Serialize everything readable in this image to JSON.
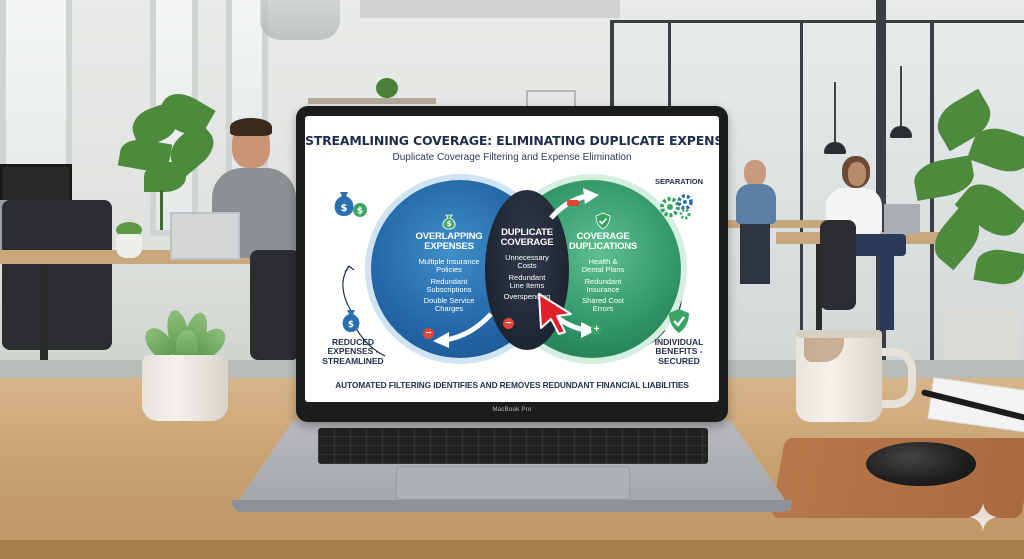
{
  "screen": {
    "title": "STREAMLINING COVERAGE: ELIMINATING DUPLICATE EXPENSES",
    "subtitle": "Duplicate Coverage Filtering and Expense Elimination",
    "left_circle": {
      "heading_lines": [
        "OVERLAPPING",
        "EXPENSES"
      ],
      "items": [
        [
          "Multiple Insurance",
          "Policies"
        ],
        [
          "Redundant",
          "Subscriptions"
        ],
        [
          "Double Service",
          "Charges"
        ]
      ]
    },
    "middle_circle": {
      "heading_lines": [
        "DUPLICATE",
        "COVERAGE"
      ],
      "items": [
        [
          "Unnecessary",
          "Costs"
        ],
        [
          "Redundant",
          "Line Items"
        ],
        [
          "Overspending"
        ]
      ]
    },
    "right_circle": {
      "heading_lines": [
        "COVERAGE",
        "DUPLICATIONS"
      ],
      "items": [
        [
          "Health &",
          "Dental Plans"
        ],
        [
          "Redundant",
          "Insurance"
        ],
        [
          "Shared Cost",
          "Errors"
        ]
      ]
    },
    "top_right_label": "SEPARATION",
    "bottom_left_label_lines": [
      "REDUCED",
      "EXPENSES -",
      "STREAMLINED"
    ],
    "bottom_right_label_lines": [
      "INDIVIDUAL",
      "BENEFITS -",
      "SECURED"
    ],
    "footer": "AUTOMATED FILTERING IDENTIFIES AND REMOVES REDUNDANT FINANCIAL LIABILITIES"
  },
  "laptop": {
    "brand": "MacBook Pro"
  },
  "icons": {
    "money_bag": "money-bag-icon",
    "gears": "gears-icon",
    "shield": "shield-check-icon",
    "cursor": "cursor-arrow-icon",
    "minus": "minus-badge-icon",
    "plus": "plus-badge-icon",
    "sparkle": "sparkle-watermark-icon"
  },
  "colors": {
    "title_navy": "#1f2f4a",
    "blue_circle": "#2467a8",
    "green_circle": "#2f9467",
    "dark_overlap": "#1f2533",
    "minus_red": "#e2433a",
    "plus_green": "#3aa563",
    "cursor_red": "#e0202a"
  }
}
